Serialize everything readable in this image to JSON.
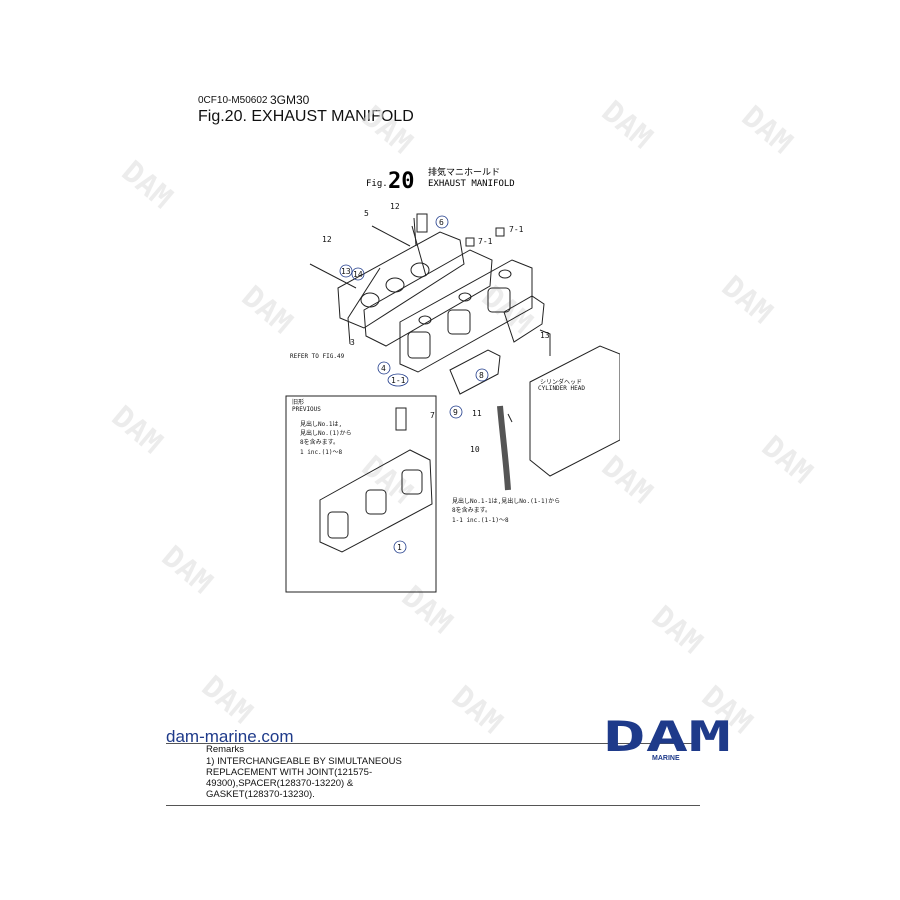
{
  "header": {
    "code": "0CF10-M50602",
    "model": "3GM30",
    "fig_title": "Fig.20.  EXHAUST MANIFOLD"
  },
  "diagram": {
    "fig_prefix": "Fig.",
    "fig_number": "20",
    "fig_jp_title": "排気マニホールド",
    "fig_en_title": "EXHAUST MANIFOLD",
    "refer_to": "REFER TO FIG.49",
    "cylinder_head_jp": "シリンダヘッド",
    "cylinder_head_en": "CYLINDER HEAD",
    "previous_jp": "旧形",
    "previous_en": "PREVIOUS",
    "note_prev_jp_1": "見出しNo.1は,",
    "note_prev_jp_2": "見出しNo.(1)から",
    "note_prev_jp_3": "8を含みます。",
    "note_prev_en": "1 inc.(1)～8",
    "note_new_jp_1": "見出しNo.1-1は,見出しNo.(1-1)から",
    "note_new_jp_2": "8を含みます。",
    "note_new_en": "1-1 inc.(1-1)～8",
    "callouts": {
      "c5": "5",
      "c12a": "12",
      "c12b": "12",
      "c6": "6",
      "c71a": "7-1",
      "c71b": "7-1",
      "c13a": "13",
      "c14": "14",
      "c3": "3",
      "c4": "4",
      "c11": "1-1",
      "c13b": "13",
      "c8": "8",
      "c9": "9",
      "c11b": "11",
      "c10": "10",
      "c7": "7",
      "c1": "1"
    }
  },
  "footer": {
    "site": "dam-marine.com",
    "remarks_label": "Remarks",
    "remark_1": "1) INTERCHANGEABLE BY SIMULTANEOUS REPLACEMENT WITH JOINT(121575-49300),SPACER(128370-13220) & GASKET(128370-13230).",
    "logo_text": "DAM",
    "logo_sub": "MARINE",
    "brand_color": "#1e3a8a"
  }
}
